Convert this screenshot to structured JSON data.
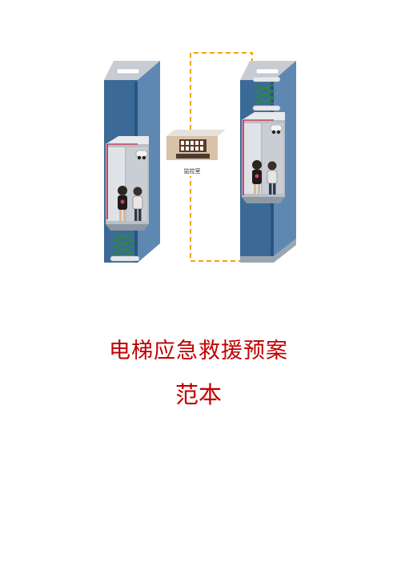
{
  "illustration": {
    "control_room_label": "监控室",
    "icons": [
      "elevator-shaft-icon",
      "ceiling-camera-icon",
      "monitoring-room-icon",
      "shock-absorber-spring-icon",
      "passenger-figure-icon"
    ],
    "colors": {
      "shaft_blue": "#3c6a97",
      "cable_orange": "#f0a417",
      "alarm_red": "#cc2244"
    }
  },
  "cover": {
    "title": "电梯应急救援预案",
    "subtitle": "范本",
    "title_color": "#c00000"
  }
}
